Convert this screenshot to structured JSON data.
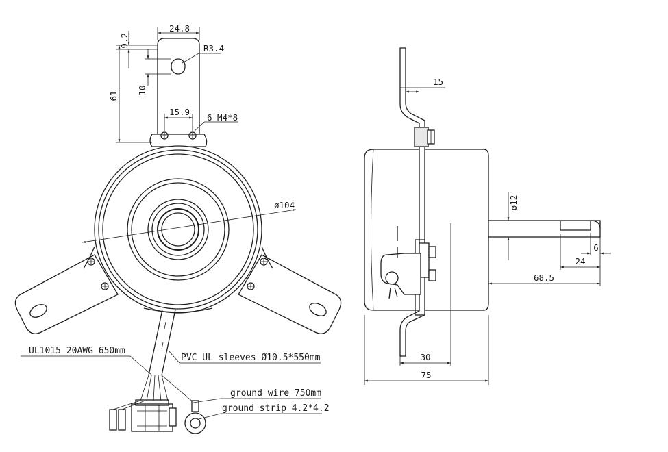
{
  "front_view": {
    "dims": {
      "tab_thickness": "9.2",
      "tab_width": "24.8",
      "slot_radius": "R3.4",
      "slot_length": "10",
      "tab_height": "61",
      "hole_spacing": "15.9",
      "screws": "6-M4*8",
      "body_diameter": "ø104"
    },
    "notes": {
      "lead_wire": "UL1015 20AWG 650mm",
      "sleeve": "PVC UL sleeves Ø10.5*550mm",
      "ground_wire": "ground wire 750mm",
      "ground_strip": "ground strip 4.2*4.2"
    }
  },
  "side_view": {
    "dims": {
      "bracket_offset": "15",
      "shaft_diameter": "ø12",
      "flat_depth": "6",
      "flat_length": "24",
      "shaft_length": "68.5",
      "mount_depth": "30",
      "body_length": "75"
    }
  }
}
